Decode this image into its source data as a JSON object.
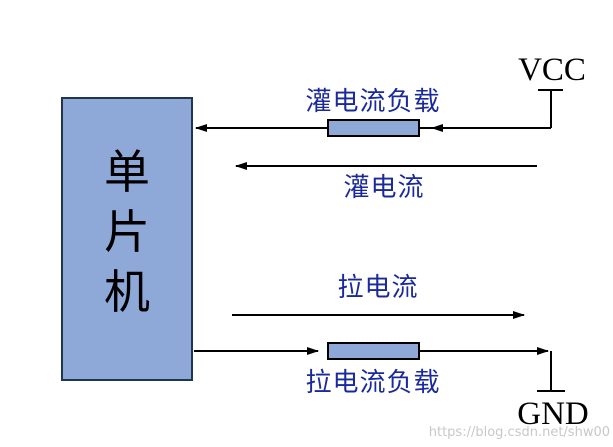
{
  "mcu": {
    "chars": [
      "单",
      "片",
      "机"
    ],
    "fill_color": "#8ea8d8",
    "border_color": "#1f3550"
  },
  "labels": {
    "sink_load": "灌电流负载",
    "sink_current": "灌电流",
    "source_current": "拉电流",
    "source_load": "拉电流负载",
    "vcc": "VCC",
    "gnd": "GND"
  },
  "colors": {
    "label_blue": "#1a2a9c",
    "resistor_fill": "#8ea8d8"
  },
  "watermark": "https://blog.csdn.net/shw00"
}
